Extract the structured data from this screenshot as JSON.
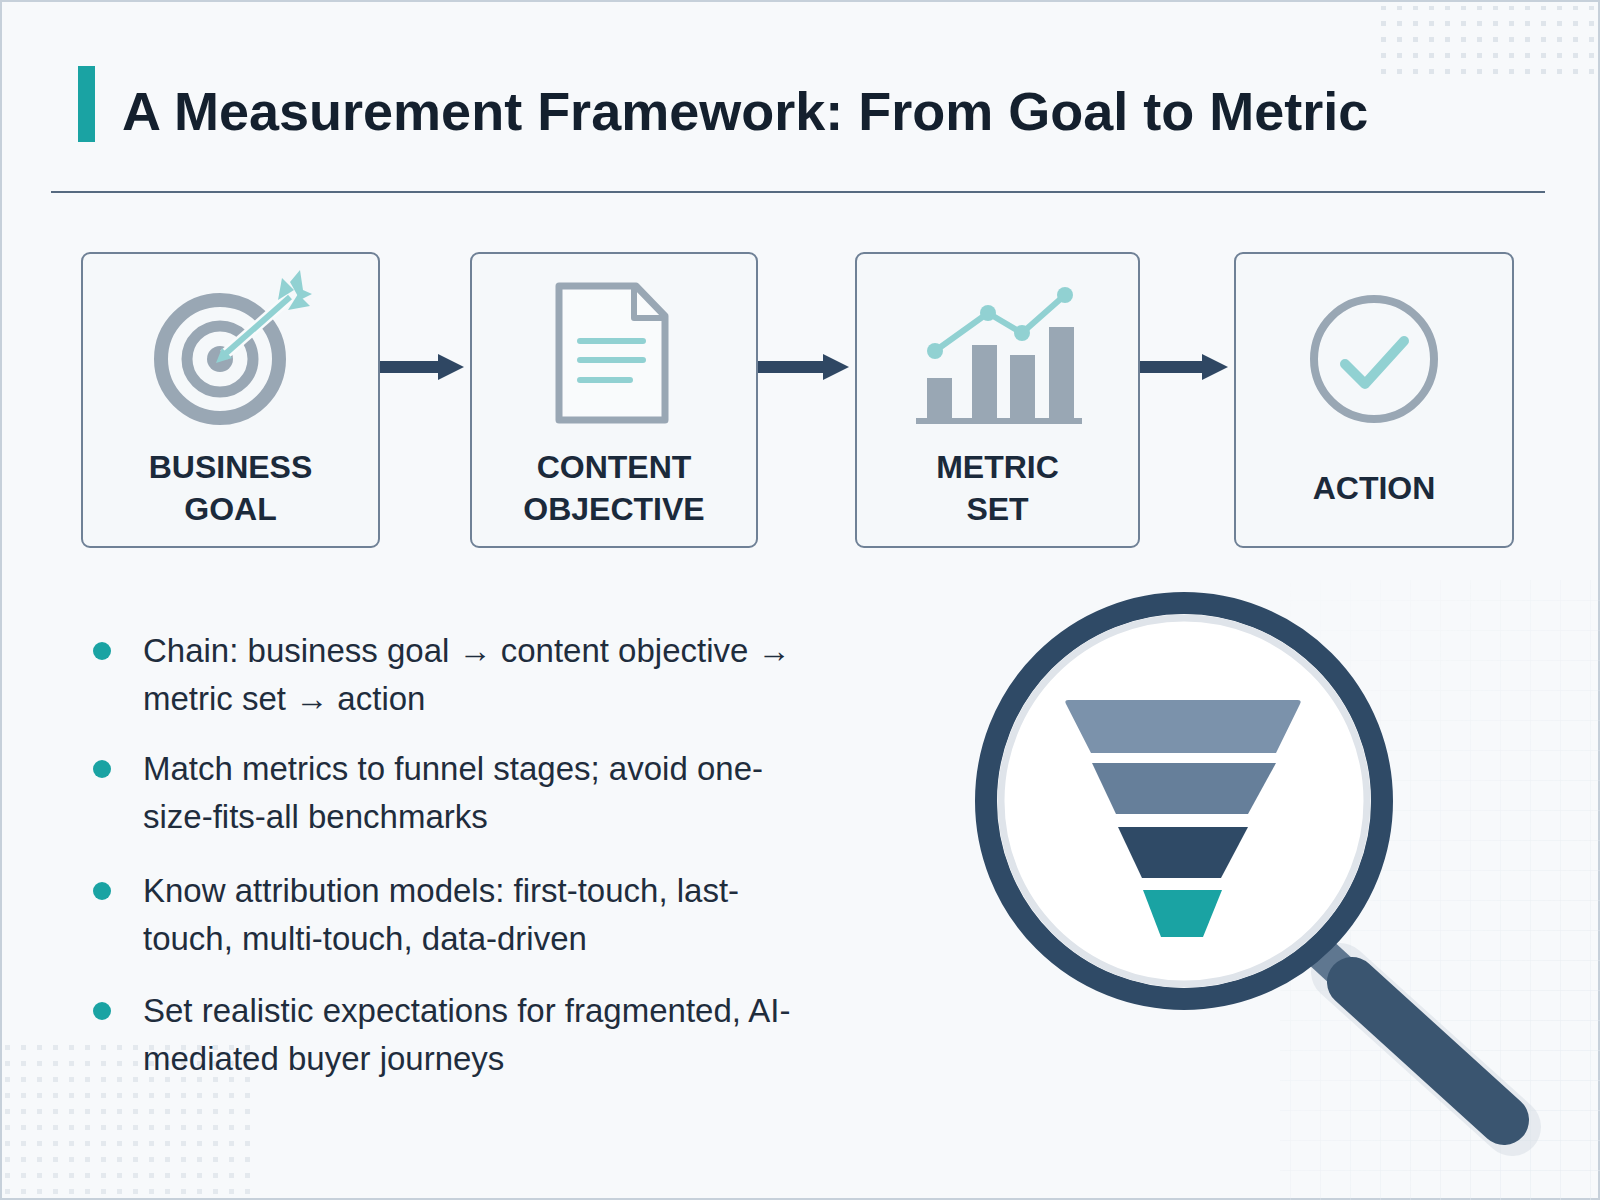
{
  "diagram": {
    "title": "A Measurement Framework: From Goal to Metric",
    "nodes": [
      {
        "text": [
          "BUSINESS GOAL"
        ]
      },
      {
        "text": [
          "CONTENT OBJECTIVE"
        ]
      },
      {
        "text": [
          "METRIC SET"
        ]
      },
      {
        "text": [
          "ACTION"
        ]
      }
    ],
    "edges": [
      {
        "from": 0,
        "to": 1,
        "arrow": "to"
      },
      {
        "from": 1,
        "to": 2,
        "arrow": "to"
      },
      {
        "from": 2,
        "to": 3,
        "arrow": "to"
      }
    ],
    "labels": [
      "Chain: business goal → content objective → metric set → action",
      "Match metrics to funnel stages; avoid one-size-fits-all benchmarks",
      "Know attribution models: first-touch, last-touch, multi-touch, data-driven",
      "Set realistic expectations for fragmented, AI-mediated buyer journeys"
    ]
  }
}
